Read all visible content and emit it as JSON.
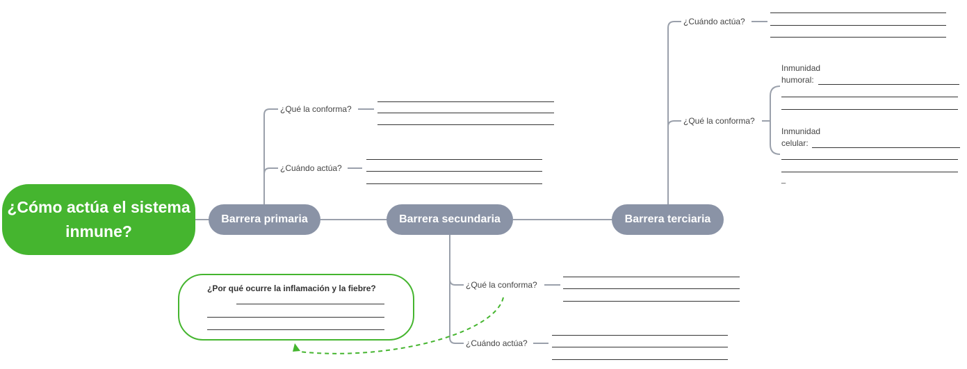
{
  "root_topic": "¿Cómo actúa el sistema inmune?",
  "branches": {
    "primaria": {
      "label": "Barrera primaria",
      "q1": "¿Qué la conforma?",
      "q2": "¿Cuándo actúa?"
    },
    "secundaria": {
      "label": "Barrera secundaria",
      "q1": "¿Qué la conforma?",
      "q2": "¿Cuándo actúa?"
    },
    "terciaria": {
      "label": "Barrera terciaria",
      "q1": "¿Cuándo actúa?",
      "q2": "¿Qué la conforma?",
      "humoral_label": "Inmunidad\nhumoral:",
      "celular_label": "Inmunidad\ncelular:",
      "trailing_mark": "_"
    }
  },
  "callout": {
    "question": "¿Por qué ocurre la inflamación y la fiebre?"
  },
  "colors": {
    "root": "#45b52f",
    "pill": "#8a93a6",
    "connector": "#9aa0ab",
    "callout_border": "#45b52f",
    "dashed_arrow": "#45b52f"
  }
}
